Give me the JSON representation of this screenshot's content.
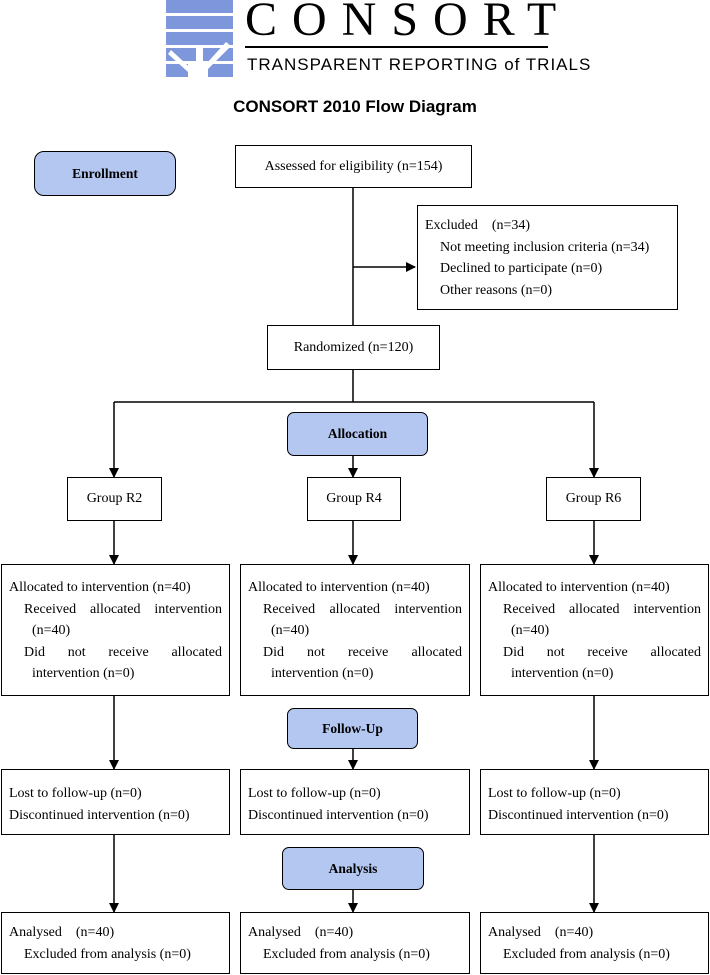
{
  "header": {
    "logo_text": "CONSORT",
    "logo_tagline": "TRANSPARENT REPORTING of TRIALS",
    "title": "CONSORT 2010 Flow Diagram"
  },
  "stages": {
    "enrollment": "Enrollment",
    "allocation": "Allocation",
    "follow_up": "Follow-Up",
    "analysis": "Analysis"
  },
  "enrollment": {
    "assessed": "Assessed for eligibility (n=154)",
    "excluded": {
      "title": "Excluded",
      "count": "(n=34)",
      "reasons": [
        "Not meeting inclusion criteria (n=34)",
        "Declined to participate (n=0)",
        "Other reasons (n=0)"
      ]
    },
    "randomized": "Randomized (n=120)"
  },
  "groups": [
    {
      "name": "Group R2",
      "allocation": {
        "allocated": "Allocated to intervention (n=40)",
        "received_words": [
          "Received",
          "allocated",
          "intervention"
        ],
        "received_count": "(n=40)",
        "not_received_words": [
          "Did",
          "not",
          "receive",
          "allocated"
        ],
        "not_received_count": "intervention (n=0)"
      },
      "follow_up": {
        "lost": "Lost to follow-up (n=0)",
        "discontinued": "Discontinued intervention (n=0)"
      },
      "analysis": {
        "analysed_label": "Analysed",
        "analysed_count": "(n=40)",
        "excluded": "Excluded from analysis (n=0)"
      }
    },
    {
      "name": "Group R4",
      "allocation": {
        "allocated": "Allocated to intervention (n=40)",
        "received_words": [
          "Received",
          "allocated",
          "intervention"
        ],
        "received_count": "(n=40)",
        "not_received_words": [
          "Did",
          "not",
          "receive",
          "allocated"
        ],
        "not_received_count": "intervention (n=0)"
      },
      "follow_up": {
        "lost": "Lost to follow-up (n=0)",
        "discontinued": "Discontinued intervention (n=0)"
      },
      "analysis": {
        "analysed_label": "Analysed",
        "analysed_count": "(n=40)",
        "excluded": "Excluded from analysis (n=0)"
      }
    },
    {
      "name": "Group R6",
      "allocation": {
        "allocated": "Allocated to intervention (n=40)",
        "received_words": [
          "Received",
          "allocated",
          "intervention"
        ],
        "received_count": "(n=40)",
        "not_received_words": [
          "Did",
          "not",
          "receive",
          "allocated"
        ],
        "not_received_count": "intervention (n=0)"
      },
      "follow_up": {
        "lost": "Lost to follow-up (n=0)",
        "discontinued": "Discontinued intervention (n=0)"
      },
      "analysis": {
        "analysed_label": "Analysed",
        "analysed_count": "(n=40)",
        "excluded": "Excluded from analysis (n=0)"
      }
    }
  ],
  "colors": {
    "stage_fill": "#b4c7f1",
    "logo_blue": "#7d96dc",
    "line": "#000000"
  }
}
